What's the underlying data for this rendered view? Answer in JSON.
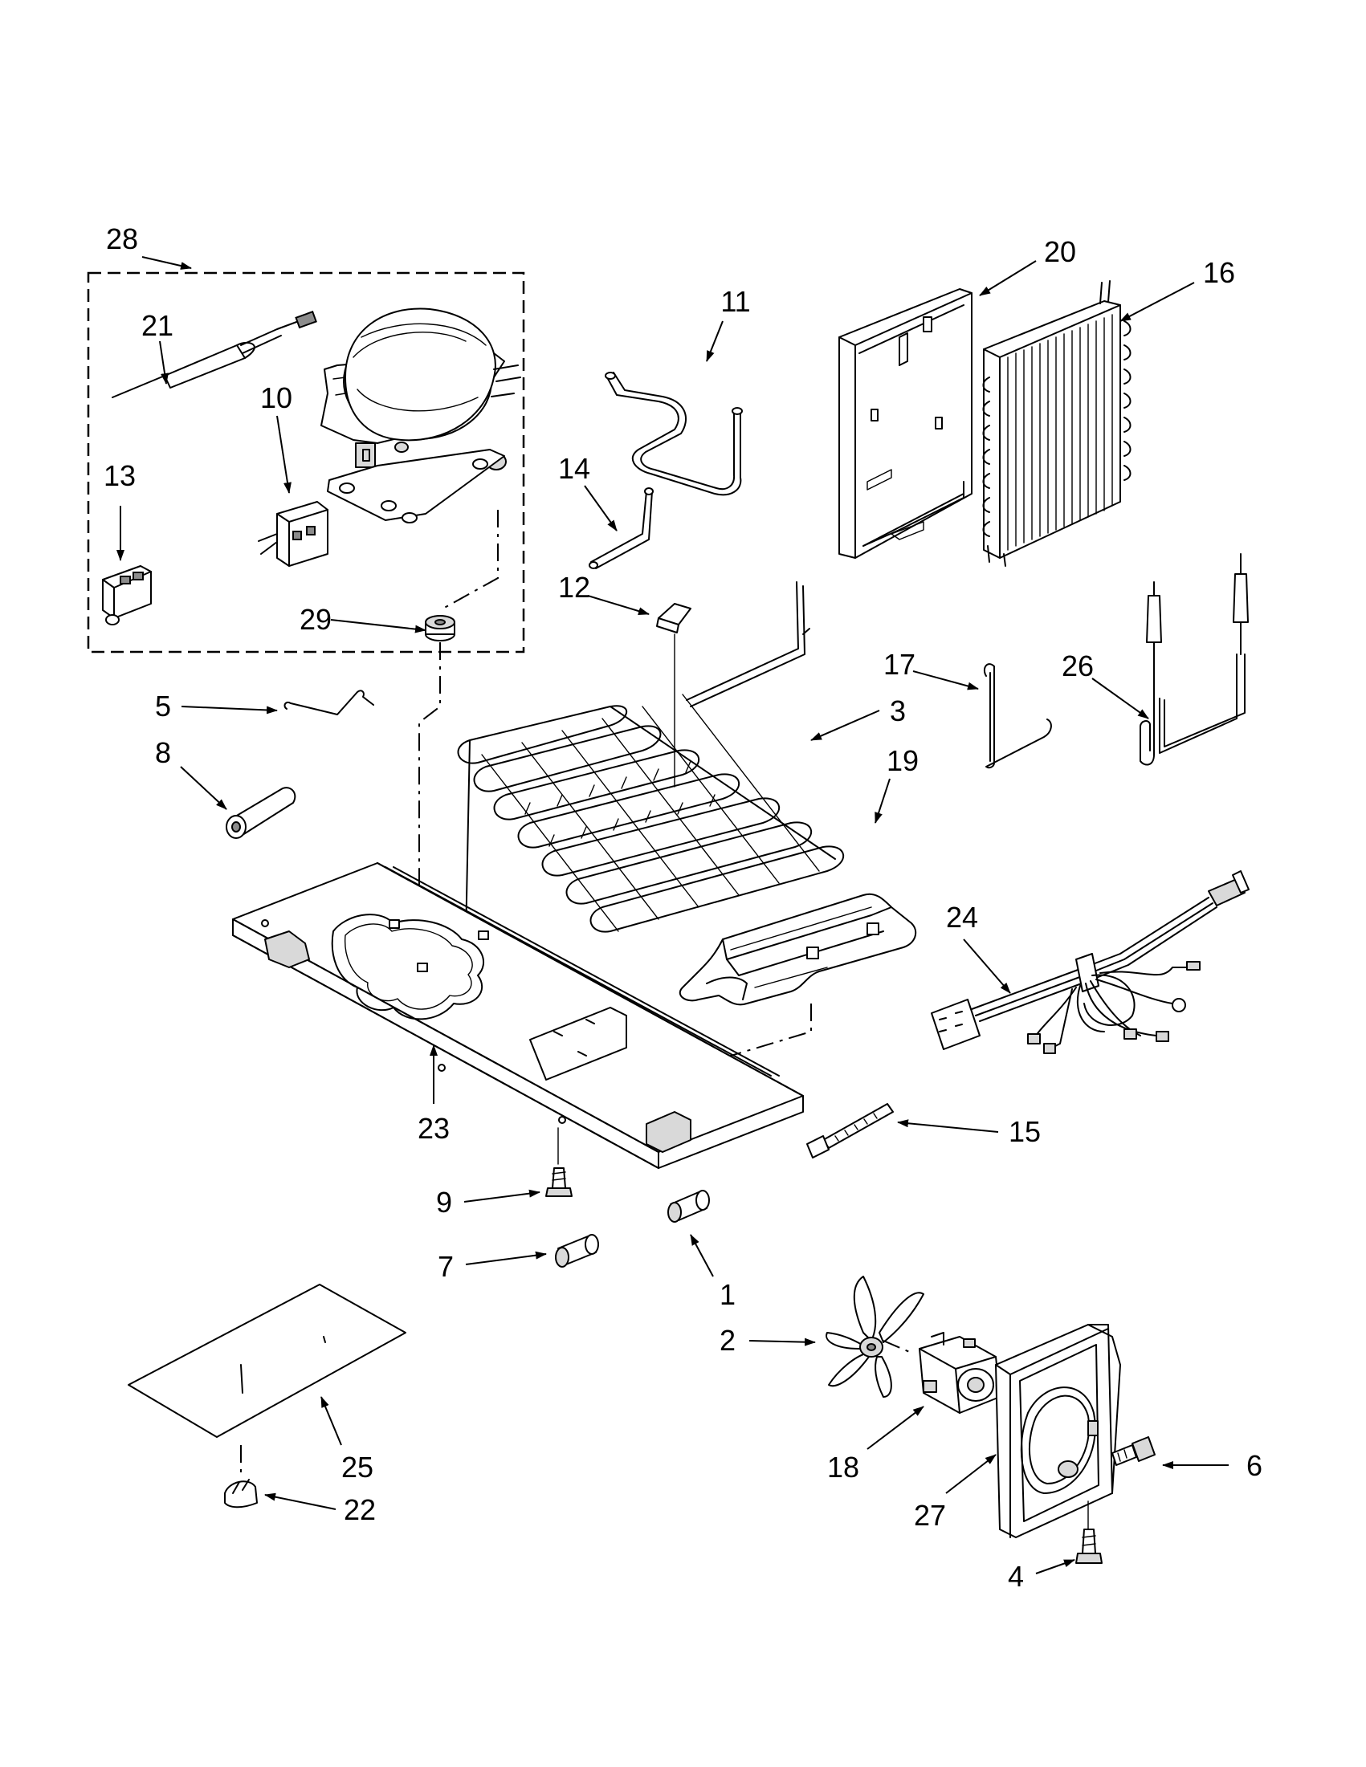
{
  "diagram": {
    "assembly_group_label": "28",
    "callouts": [
      {
        "id": "28",
        "label": "28"
      },
      {
        "id": "21",
        "label": "21"
      },
      {
        "id": "10",
        "label": "10"
      },
      {
        "id": "13",
        "label": "13"
      },
      {
        "id": "29",
        "label": "29"
      },
      {
        "id": "11",
        "label": "11"
      },
      {
        "id": "14",
        "label": "14"
      },
      {
        "id": "12",
        "label": "12"
      },
      {
        "id": "20",
        "label": "20"
      },
      {
        "id": "16",
        "label": "16"
      },
      {
        "id": "17",
        "label": "17"
      },
      {
        "id": "26",
        "label": "26"
      },
      {
        "id": "3",
        "label": "3"
      },
      {
        "id": "19",
        "label": "19"
      },
      {
        "id": "5",
        "label": "5"
      },
      {
        "id": "8",
        "label": "8"
      },
      {
        "id": "24",
        "label": "24"
      },
      {
        "id": "23",
        "label": "23"
      },
      {
        "id": "15",
        "label": "15"
      },
      {
        "id": "9",
        "label": "9"
      },
      {
        "id": "7",
        "label": "7"
      },
      {
        "id": "1",
        "label": "1"
      },
      {
        "id": "2",
        "label": "2"
      },
      {
        "id": "6",
        "label": "6"
      },
      {
        "id": "18",
        "label": "18"
      },
      {
        "id": "27",
        "label": "27"
      },
      {
        "id": "25",
        "label": "25"
      },
      {
        "id": "22",
        "label": "22"
      },
      {
        "id": "4",
        "label": "4"
      }
    ]
  }
}
